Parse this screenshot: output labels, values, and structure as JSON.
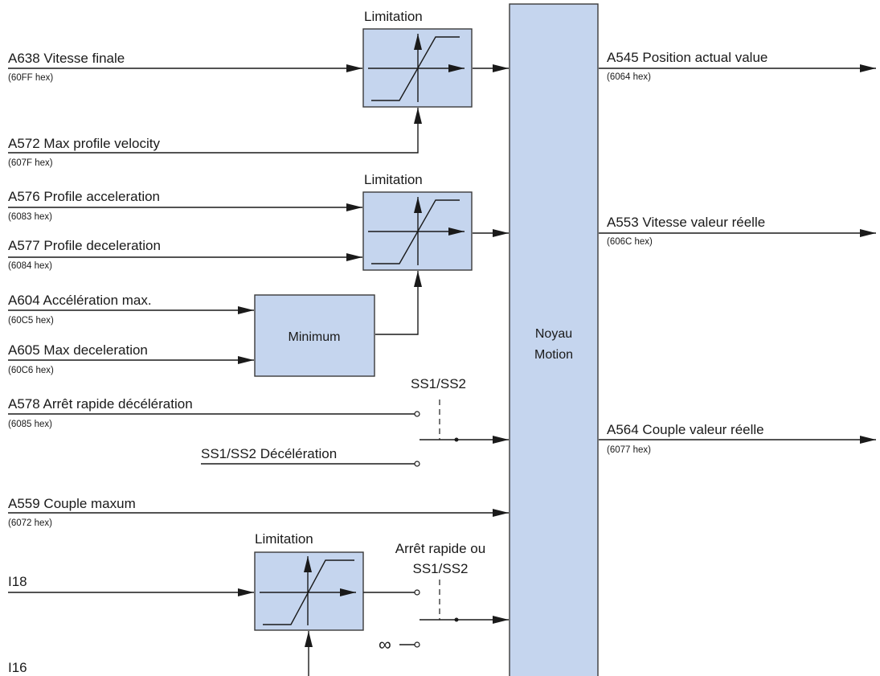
{
  "inputs": {
    "a638": {
      "label": "A638  Vitesse finale",
      "hex": "(60FF hex)"
    },
    "a572": {
      "label": "A572  Max profile velocity",
      "hex": "(607F hex)"
    },
    "a576": {
      "label": "A576  Profile acceleration",
      "hex": "(6083 hex)"
    },
    "a577": {
      "label": "A577  Profile deceleration",
      "hex": "(6084 hex)"
    },
    "a604": {
      "label": "A604  Accélération max.",
      "hex": "(60C5 hex)"
    },
    "a605": {
      "label": "A605 Max deceleration",
      "hex": "(60C6 hex)"
    },
    "a578": {
      "label": "A578  Arrêt rapide décélération",
      "hex": "(6085 hex)"
    },
    "ss1": {
      "label": "SS1/SS2 Décélération"
    },
    "a559": {
      "label": "A559  Couple maxum",
      "hex": "(6072 hex)"
    },
    "i18": {
      "label": "I18"
    },
    "i16": {
      "label": "I16"
    }
  },
  "outputs": {
    "a545": {
      "label": "A545  Position actual value",
      "hex": "(6064 hex)"
    },
    "a553": {
      "label": "A553  Vitesse valeur réelle",
      "hex": "(606C hex)"
    },
    "a564": {
      "label": "A564  Couple valeur réelle",
      "hex": "(6077 hex)"
    }
  },
  "blocks": {
    "limitation_1": "Limitation",
    "limitation_2": "Limitation",
    "limitation_3": "Limitation",
    "minimum": "Minimum",
    "core_line1": "Noyau",
    "core_line2": "Motion"
  },
  "switches": {
    "ss_label": "SS1/SS2",
    "quick_stop_line1": "Arrêt rapide ou",
    "quick_stop_line2": "SS1/SS2",
    "infinity": "∞"
  },
  "colors": {
    "block_fill": "#c5d5ee",
    "line": "#1a1a1a"
  }
}
